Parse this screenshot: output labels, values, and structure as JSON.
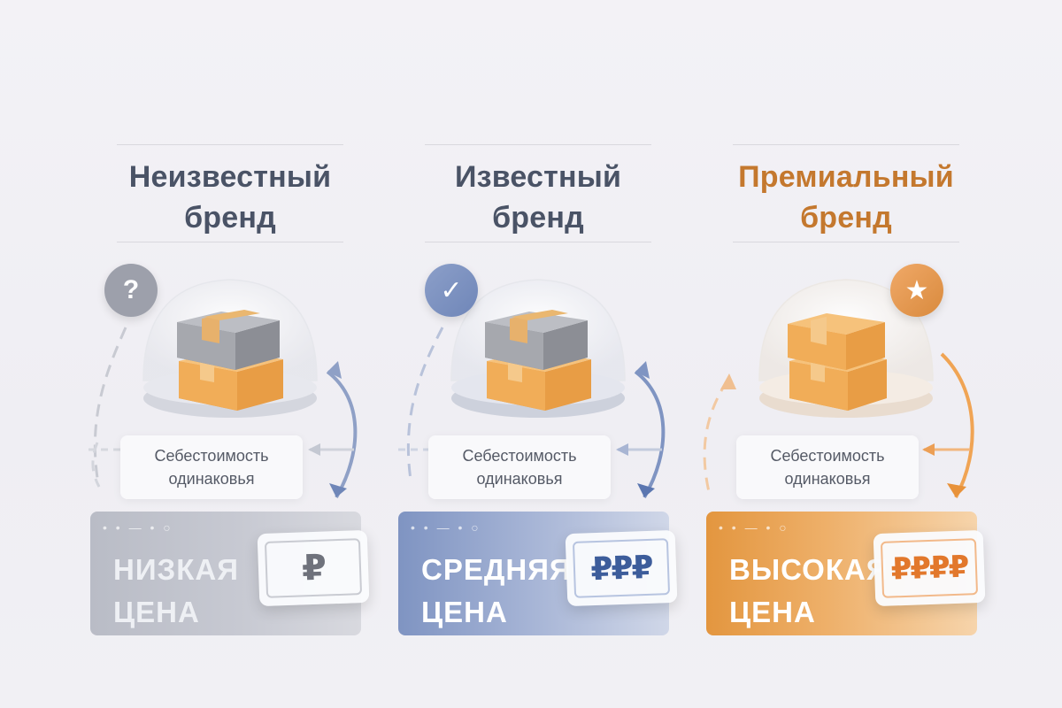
{
  "columns": [
    {
      "title_line1": "Неизвестный",
      "title_line2": "бренд",
      "badge_icon": "question-icon",
      "badge_glyph": "?",
      "cost_line1": "Себестоимость",
      "cost_line2": "одинаковья",
      "price_line1": "НИЗКАЯ",
      "price_line2": "ЦЕНА",
      "currency": "₽",
      "accent": "#8fa0c6"
    },
    {
      "title_line1": "Известный",
      "title_line2": "бренд",
      "badge_icon": "check-icon",
      "badge_glyph": "✓",
      "cost_line1": "Себестоимость",
      "cost_line2": "одинаковья",
      "price_line1": "СРЕДНЯЯ",
      "price_line2": "ЦЕНА",
      "currency": "₽₽₽",
      "accent": "#6f86b8"
    },
    {
      "title_line1": "Премиальный",
      "title_line2": "бренд",
      "badge_icon": "star-icon",
      "badge_glyph": "★",
      "cost_line1": "Себестоимость",
      "cost_line2": "одинаковья",
      "price_line1": "ВЫСОКАЯ",
      "price_line2": "ЦЕНА",
      "currency": "₽₽₽₽",
      "accent": "#e8923a"
    }
  ]
}
